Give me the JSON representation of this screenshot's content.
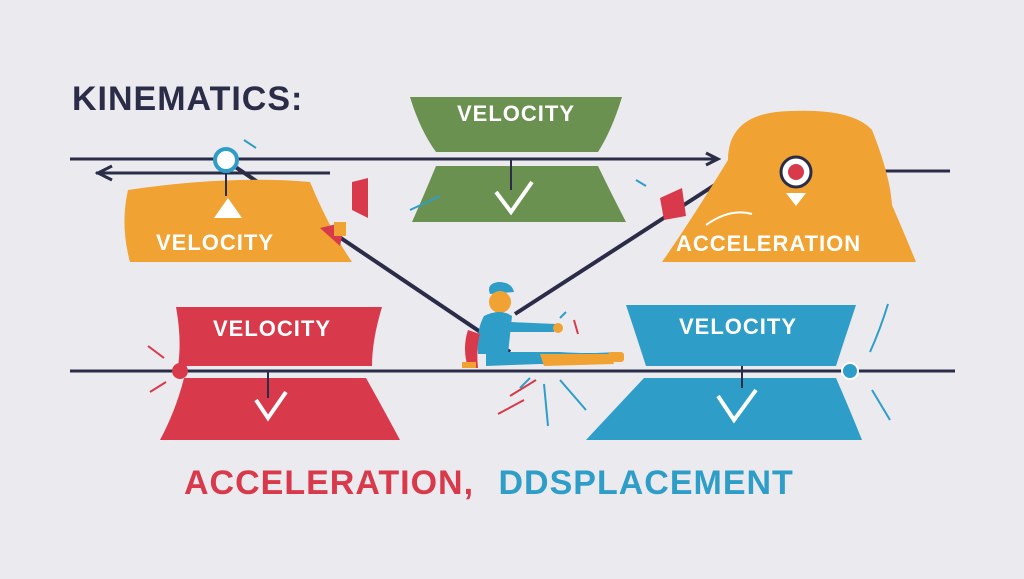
{
  "title": "KINEMATICS:",
  "boxes": {
    "green": {
      "label": "VELOCITY"
    },
    "orange_left": {
      "label": "VELOCITY"
    },
    "orange_right": {
      "label": "ACCELERATION"
    },
    "red": {
      "label": "VELOCITY"
    },
    "blue": {
      "label": "VELOCITY"
    }
  },
  "caption": {
    "part1": "ACCELERATION,",
    "part2": "DDSPLACEMENT"
  },
  "colors": {
    "background": "#ebeaee",
    "navy": "#2b2d48",
    "green": "#6a9150",
    "orange": "#f0a233",
    "red": "#d83a4c",
    "blue": "#2e9ec8",
    "white": "#ffffff"
  }
}
